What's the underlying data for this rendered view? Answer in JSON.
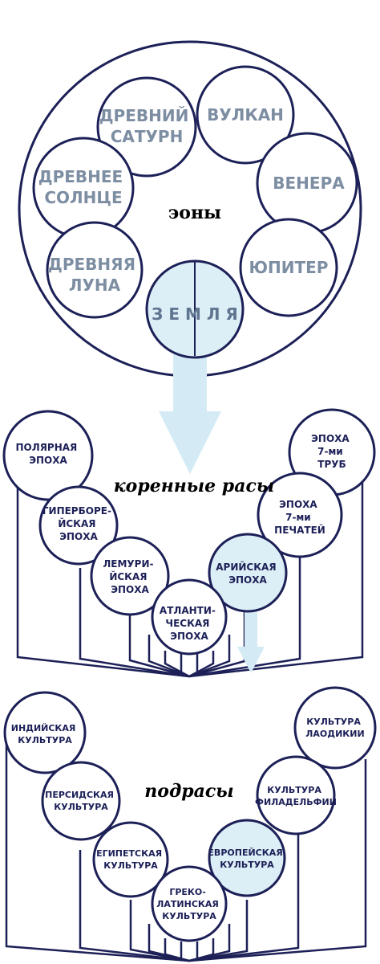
{
  "colors": {
    "stroke": "#1c2057",
    "planet_text": "#7d8ea3",
    "earth_text": "#5f7590",
    "small_text": "#1c2057",
    "highlight_fill": "#dceef6",
    "arrow_fill": "#d4ebf5",
    "title_text": "#000000"
  },
  "aeons": {
    "title": "эоны",
    "planets": {
      "saturn": [
        "ДРЕВНИЙ",
        "САТУРН"
      ],
      "vulcan": [
        "ВУЛКАН"
      ],
      "sun": [
        "ДРЕВНЕЕ",
        "СОЛНЦЕ"
      ],
      "venus": [
        "ВЕНЕРА"
      ],
      "moon": [
        "ДРЕВНЯЯ",
        "ЛУНА"
      ],
      "jupiter": [
        "ЮПИТЕР"
      ],
      "earth": [
        "З Е М Л Я"
      ]
    }
  },
  "root_races": {
    "title": "коренные расы",
    "epochs": {
      "polar": [
        "ПОЛЯРНАЯ",
        "ЭПОХА"
      ],
      "hyperborean": [
        "ГИПЕРБОРЕ-",
        "ЙСКАЯ",
        "ЭПОХА"
      ],
      "lemurian": [
        "ЛЕМУРИ-",
        "ЙСКАЯ",
        "ЭПОХА"
      ],
      "atlantean": [
        "АТЛАНТИ-",
        "ЧЕСКАЯ",
        "ЭПОХА"
      ],
      "aryan": [
        "АРИЙСКАЯ",
        "ЭПОХА"
      ],
      "seven_seals": [
        "ЭПОХА",
        "7-ми",
        "ПЕЧАТЕЙ"
      ],
      "seven_trumpets": [
        "ЭПОХА",
        "7-ми",
        "ТРУБ"
      ]
    }
  },
  "subraces": {
    "title": "подрасы",
    "cultures": {
      "indian": [
        "ИНДИЙСКАЯ",
        "КУЛЬТУРА"
      ],
      "persian": [
        "ПЕРСИДСКАЯ",
        "КУЛЬТУРА"
      ],
      "egyptian": [
        "ЕГИПЕТСКАЯ",
        "КУЛЬТУРА"
      ],
      "greco_latin": [
        "ГРЕКО-",
        "ЛАТИНСКАЯ",
        "КУЛЬТУРА"
      ],
      "european": [
        "ЕВРОПЕЙСКАЯ",
        "КУЛЬТУРА"
      ],
      "philadelphia": [
        "КУЛЬТУРА",
        "ФИЛАДЕЛЬФИИ"
      ],
      "laodicea": [
        "КУЛЬТУРА",
        "ЛАОДИКИИ"
      ]
    }
  }
}
